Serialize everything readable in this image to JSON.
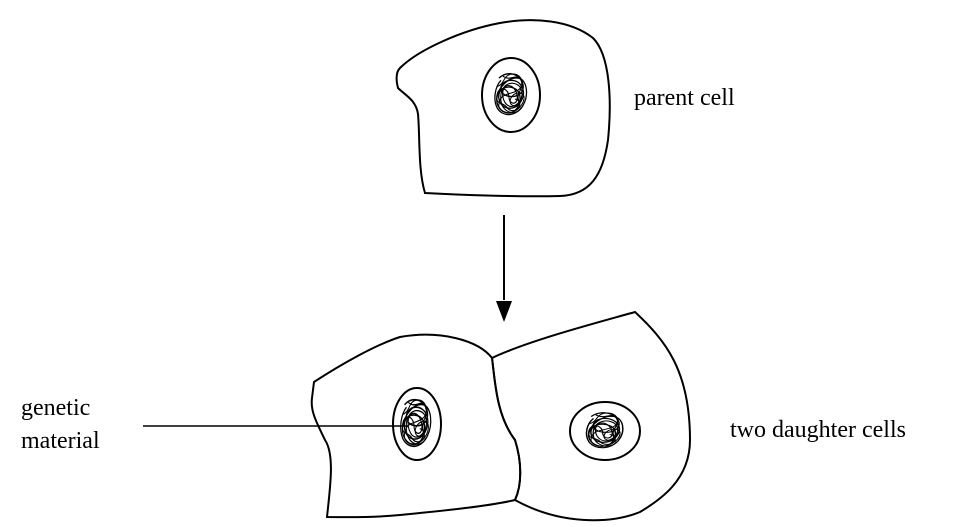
{
  "labels": {
    "parent": "parent cell",
    "daughters": "two daughter cells",
    "genetic_line1": "genetic",
    "genetic_line2": "material"
  },
  "colors": {
    "stroke": "#000000",
    "background": "#ffffff"
  }
}
